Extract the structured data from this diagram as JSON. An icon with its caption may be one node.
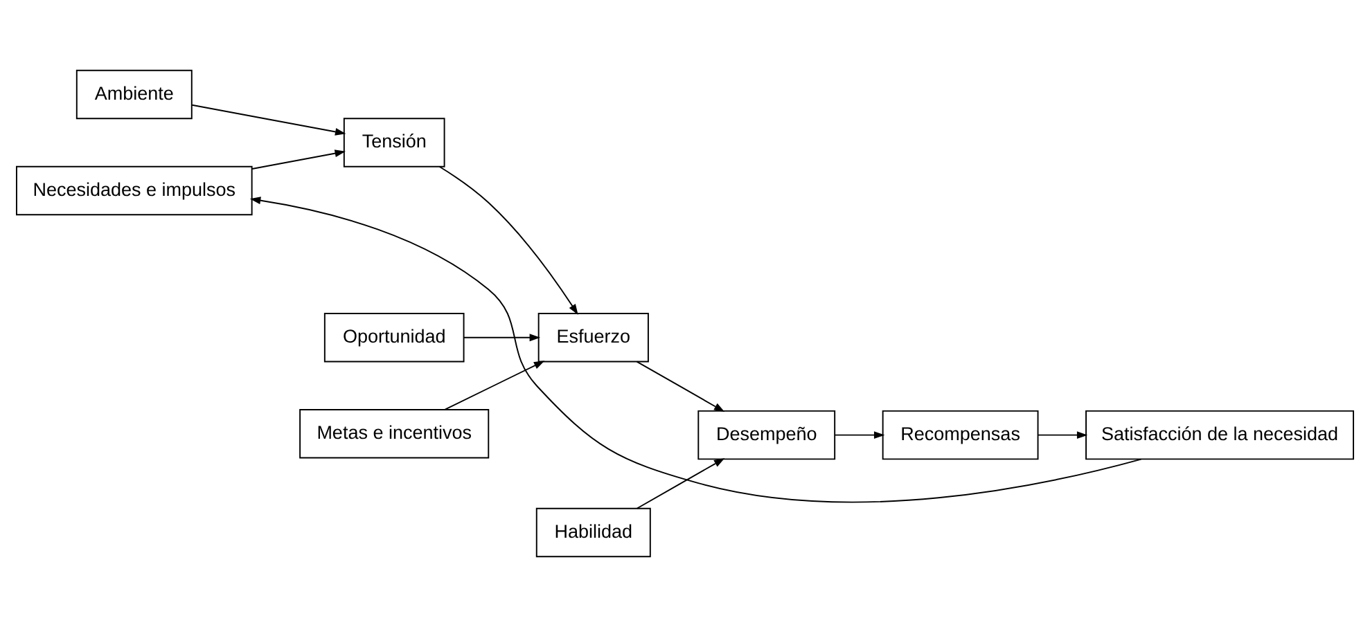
{
  "diagram": {
    "nodes": [
      {
        "text": [
          "Ambiente"
        ]
      },
      {
        "text": [
          "Oportunidad"
        ]
      },
      {
        "text": [
          "Necesidades e impulsos"
        ]
      },
      {
        "text": [
          "Tensión"
        ]
      },
      {
        "text": [
          "Esfuerzo"
        ]
      },
      {
        "text": [
          "Desempeño"
        ]
      },
      {
        "text": [
          "Recompensas"
        ]
      },
      {
        "text": [
          "Metas e incentivos"
        ]
      },
      {
        "text": [
          "Habilidad"
        ]
      },
      {
        "text": [
          "Satisfacción de la necesidad"
        ]
      }
    ],
    "edges": [
      {
        "from": 2,
        "to": 3,
        "arrow": "to"
      },
      {
        "from": 0,
        "to": 3,
        "arrow": "to"
      },
      {
        "from": 3,
        "to": 4,
        "arrow": "to"
      },
      {
        "from": 1,
        "to": 4,
        "arrow": "to"
      },
      {
        "from": 7,
        "to": 4,
        "arrow": "to"
      },
      {
        "from": 4,
        "to": 5,
        "arrow": "to"
      },
      {
        "from": 8,
        "to": 5,
        "arrow": "to"
      },
      {
        "from": 5,
        "to": 6,
        "arrow": "to"
      },
      {
        "from": 6,
        "to": 9,
        "arrow": "to"
      },
      {
        "from": 9,
        "to": 2,
        "arrow": "to"
      }
    ]
  }
}
